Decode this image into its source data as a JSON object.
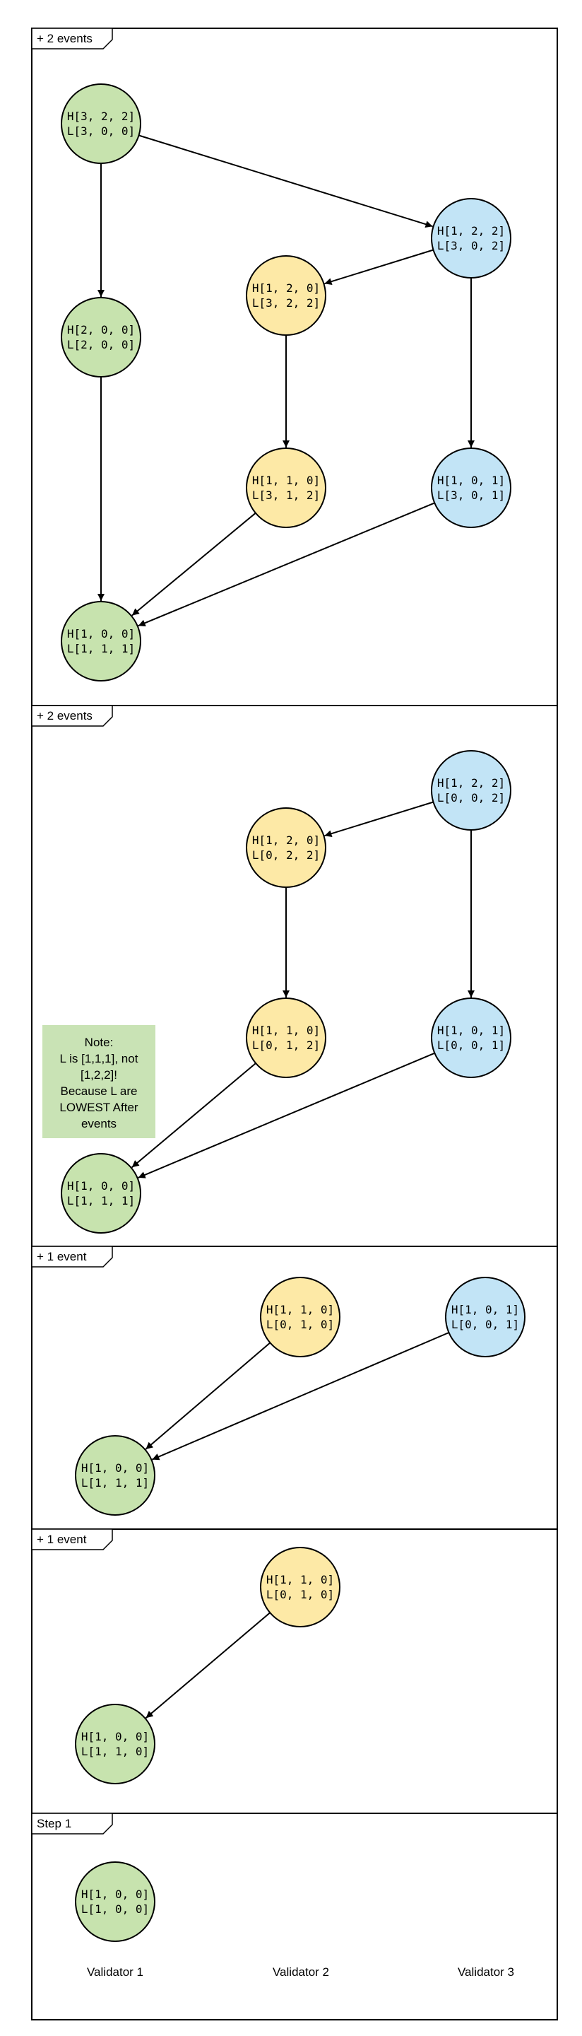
{
  "colors": {
    "green": "#c7e3ae",
    "yellow": "#fde9a6",
    "blue": "#c2e4f6",
    "note": "#c9e3b5"
  },
  "sections": [
    {
      "id": "s1",
      "tab_label": "+ 2 events",
      "nodes": [
        {
          "id": "a",
          "color": "green",
          "h": "H[3, 2, 2]",
          "l": "L[3, 0, 0]"
        },
        {
          "id": "b",
          "color": "blue",
          "h": "H[1, 2, 2]",
          "l": "L[3, 0, 2]"
        },
        {
          "id": "c",
          "color": "yellow",
          "h": "H[1, 2, 0]",
          "l": "L[3, 2, 2]"
        },
        {
          "id": "d",
          "color": "green",
          "h": "H[2, 0, 0]",
          "l": "L[2, 0, 0]"
        },
        {
          "id": "e",
          "color": "yellow",
          "h": "H[1, 1, 0]",
          "l": "L[3, 1, 2]"
        },
        {
          "id": "f",
          "color": "blue",
          "h": "H[1, 0, 1]",
          "l": "L[3, 0, 1]"
        },
        {
          "id": "g",
          "color": "green",
          "h": "H[1, 0, 0]",
          "l": "L[1, 1, 1]"
        }
      ],
      "edges": [
        [
          "a",
          "b"
        ],
        [
          "a",
          "d"
        ],
        [
          "b",
          "c"
        ],
        [
          "b",
          "f"
        ],
        [
          "c",
          "e"
        ],
        [
          "d",
          "g"
        ],
        [
          "e",
          "g"
        ],
        [
          "f",
          "g"
        ]
      ]
    },
    {
      "id": "s2",
      "tab_label": "+ 2 events",
      "nodes": [
        {
          "id": "a",
          "color": "blue",
          "h": "H[1, 2, 2]",
          "l": "L[0, 0, 2]"
        },
        {
          "id": "b",
          "color": "yellow",
          "h": "H[1, 2, 0]",
          "l": "L[0, 2, 2]"
        },
        {
          "id": "c",
          "color": "yellow",
          "h": "H[1, 1, 0]",
          "l": "L[0, 1, 2]"
        },
        {
          "id": "d",
          "color": "blue",
          "h": "H[1, 0, 1]",
          "l": "L[0, 0, 1]"
        },
        {
          "id": "e",
          "color": "green",
          "h": "H[1, 0, 0]",
          "l": "L[1, 1, 1]"
        }
      ],
      "edges": [
        [
          "a",
          "b"
        ],
        [
          "a",
          "d"
        ],
        [
          "b",
          "c"
        ],
        [
          "c",
          "e"
        ],
        [
          "d",
          "e"
        ]
      ],
      "note": [
        "Note:",
        "L is [1,1,1], not",
        "[1,2,2]!",
        "Because L are",
        "LOWEST After",
        "events"
      ]
    },
    {
      "id": "s3",
      "tab_label": "+ 1 event",
      "nodes": [
        {
          "id": "a",
          "color": "yellow",
          "h": "H[1, 1, 0]",
          "l": "L[0, 1, 0]"
        },
        {
          "id": "b",
          "color": "blue",
          "h": "H[1, 0, 1]",
          "l": "L[0, 0, 1]"
        },
        {
          "id": "c",
          "color": "green",
          "h": "H[1, 0, 0]",
          "l": "L[1, 1, 1]"
        }
      ],
      "edges": [
        [
          "a",
          "c"
        ],
        [
          "b",
          "c"
        ]
      ]
    },
    {
      "id": "s4",
      "tab_label": "+ 1 event",
      "nodes": [
        {
          "id": "a",
          "color": "yellow",
          "h": "H[1, 1, 0]",
          "l": "L[0, 1, 0]"
        },
        {
          "id": "b",
          "color": "green",
          "h": "H[1, 0, 0]",
          "l": "L[1, 1, 0]"
        }
      ],
      "edges": [
        [
          "a",
          "b"
        ]
      ]
    },
    {
      "id": "s5",
      "tab_label": "Step 1",
      "nodes": [
        {
          "id": "a",
          "color": "green",
          "h": "H[1, 0, 0]",
          "l": "L[1, 0, 0]"
        }
      ],
      "edges": []
    }
  ],
  "validators": [
    "Validator 1",
    "Validator 2",
    "Validator 3"
  ]
}
